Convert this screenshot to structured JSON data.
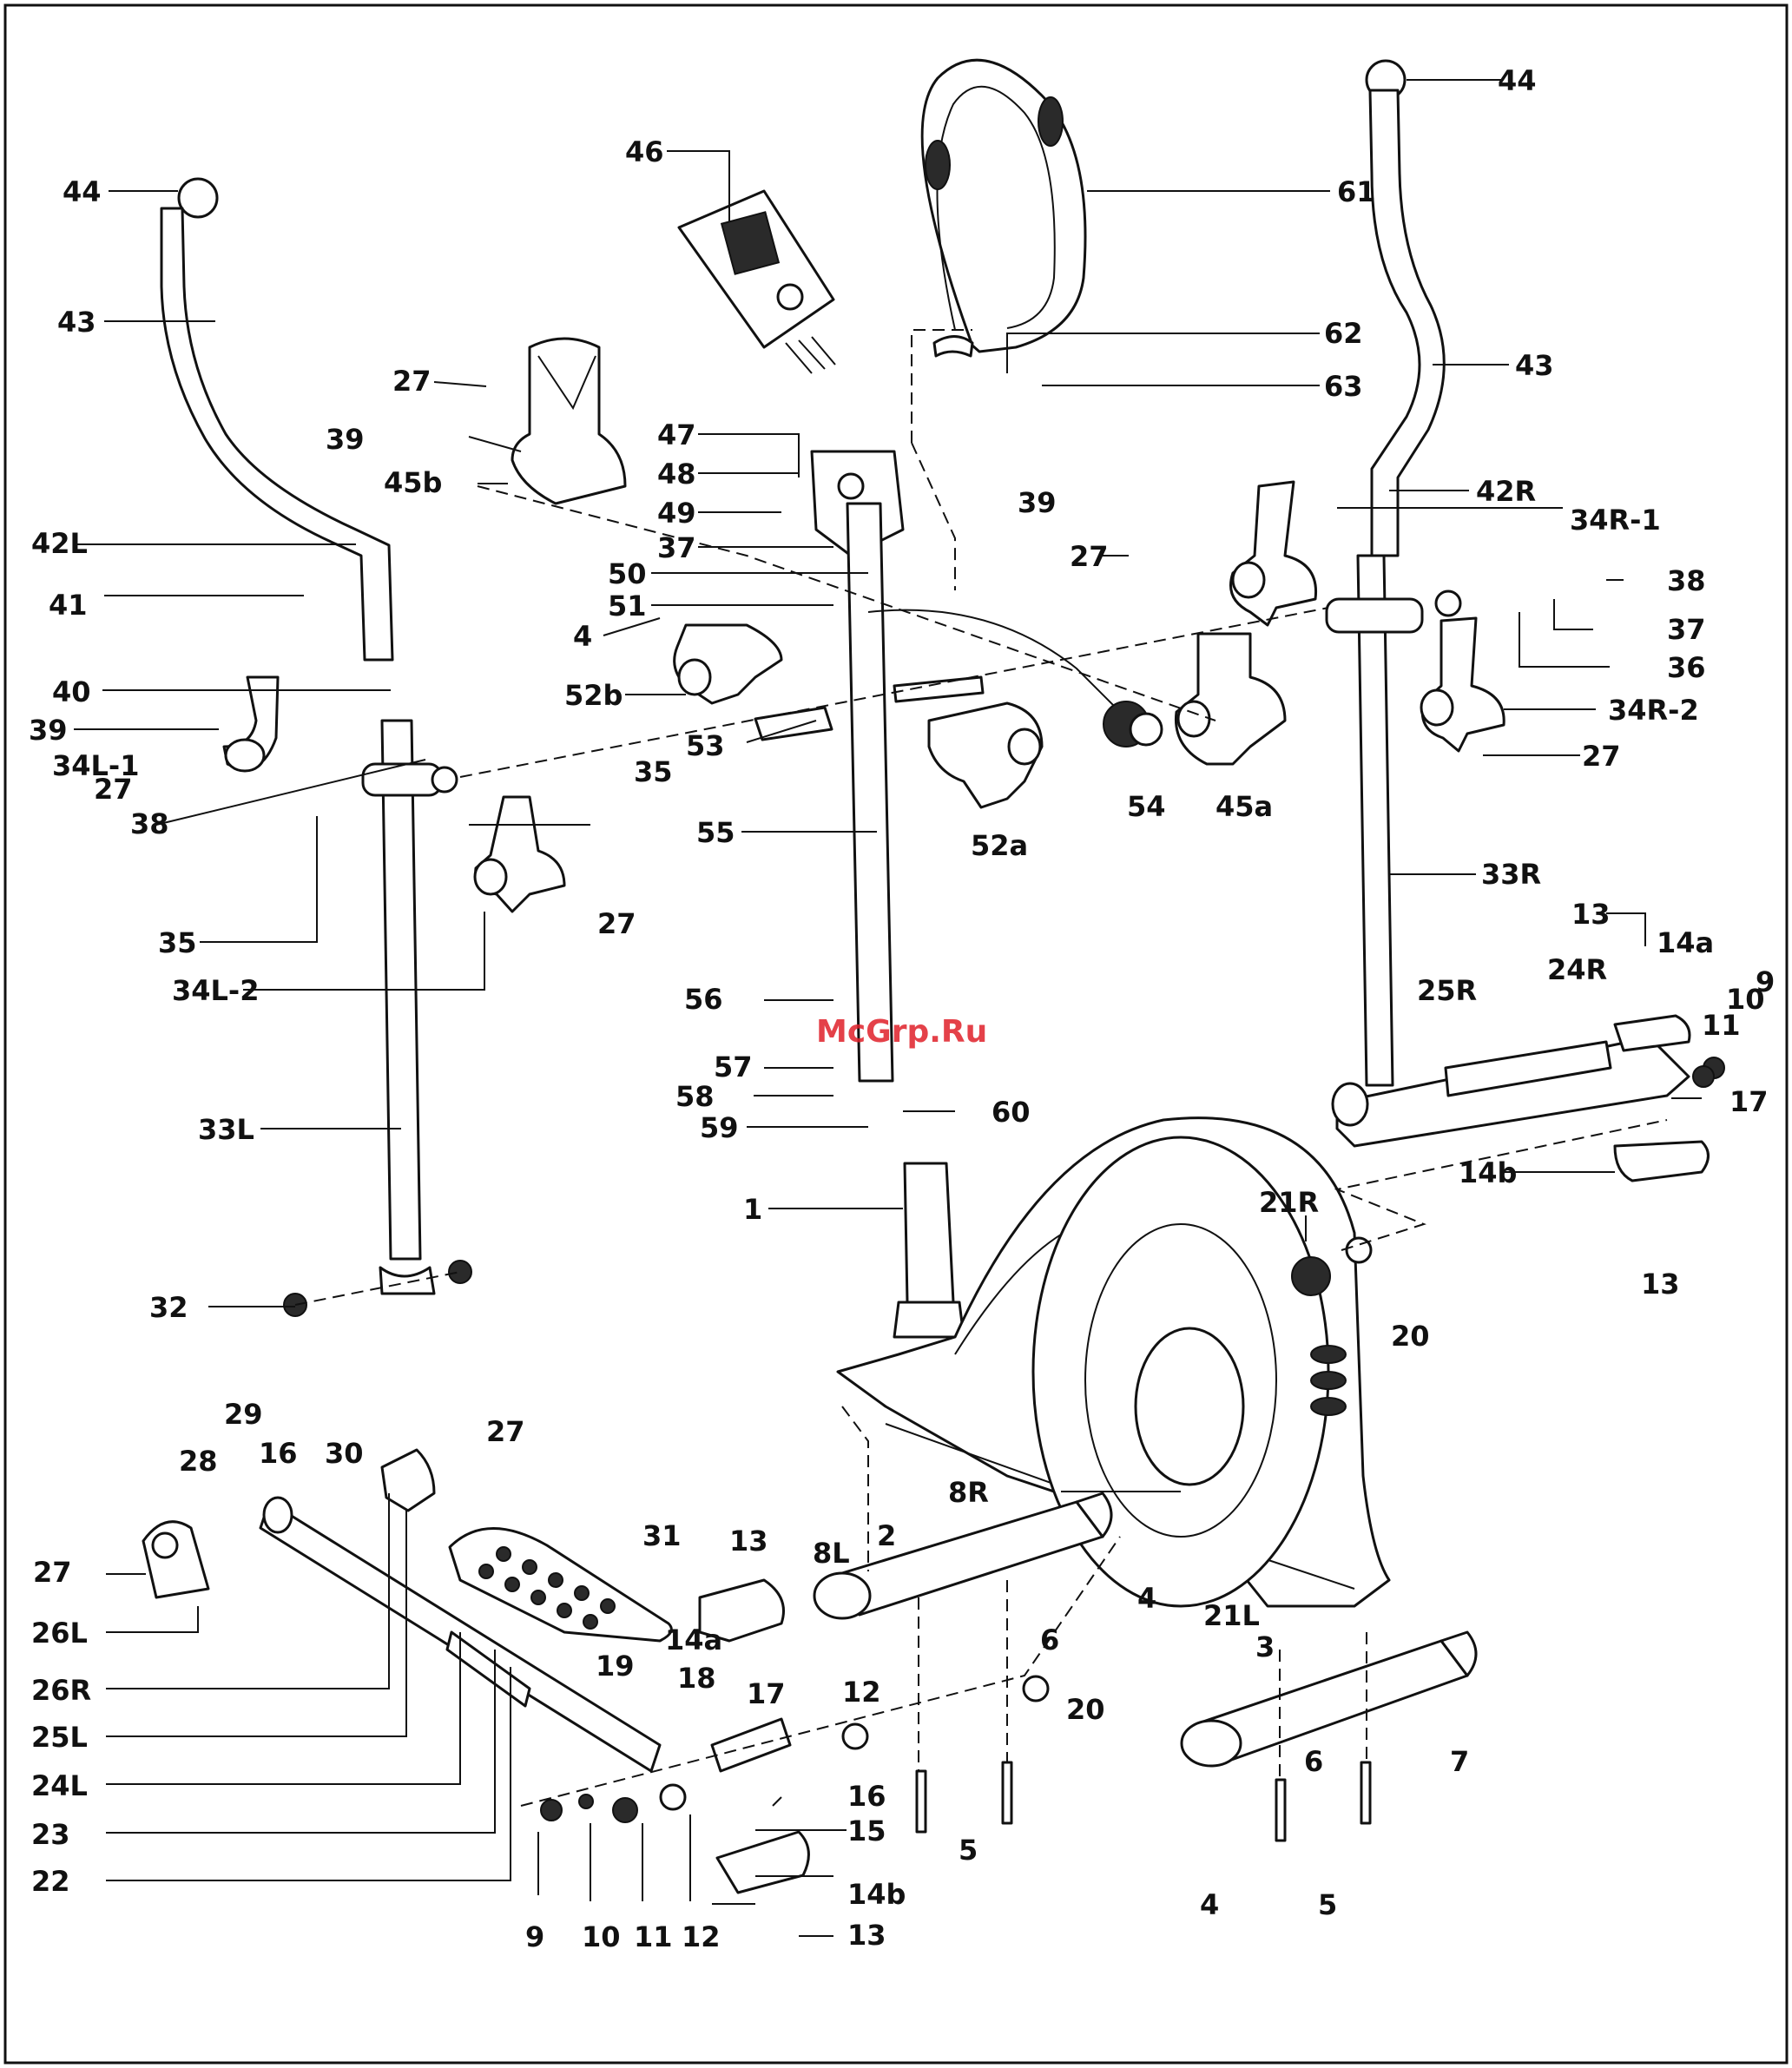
{
  "watermark": "McGrp.Ru",
  "labels": {
    "l44a": "44",
    "l44b": "44",
    "l46": "46",
    "l61": "61",
    "l43a": "43",
    "l43b": "43",
    "l27a": "27",
    "l62": "62",
    "l63": "63",
    "l39a": "39",
    "l47": "47",
    "l45b": "45b",
    "l48": "48",
    "l49": "49",
    "l42R": "42R",
    "l39b": "39",
    "l34R1": "34R-1",
    "l42L": "42L",
    "l37a": "37",
    "l27b": "27",
    "l50": "50",
    "l41": "41",
    "l51": "51",
    "l38a": "38",
    "l37b": "37",
    "l4a": "4",
    "l36": "36",
    "l40": "40",
    "l52b": "52b",
    "l34R2": "34R-2",
    "l39c": "39",
    "l27c": "27",
    "l34L1": "34L-1",
    "l53": "53",
    "l35a": "35",
    "l27d": "27",
    "l54": "54",
    "l45a": "45a",
    "l38b": "38",
    "l55": "55",
    "l52a": "52a",
    "l33R": "33R",
    "l35b": "35",
    "l27e": "27",
    "l13a": "13",
    "l14a_r": "14a",
    "l34L2": "34L-2",
    "l24R": "24R",
    "l25R": "25R",
    "l9a": "9",
    "l10a": "10",
    "l11a": "11",
    "l56": "56",
    "l17a": "17",
    "l57": "57",
    "l58": "58",
    "l60": "60",
    "l59": "59",
    "l33L": "33L",
    "l14b_r": "14b",
    "l1": "1",
    "l21R": "21R",
    "l13b": "13",
    "l20a": "20",
    "l32": "32",
    "l29": "29",
    "l27f": "27",
    "l16a": "16",
    "l30": "30",
    "l28": "28",
    "l8R": "8R",
    "l31": "31",
    "l13c": "13",
    "l2": "2",
    "l8L": "8L",
    "l27g": "27",
    "l4b": "4",
    "l21L": "21L",
    "l26L": "26L",
    "l14a_l": "14a",
    "l6a": "6",
    "l3": "3",
    "l19": "19",
    "l18": "18",
    "l26R": "26R",
    "l17b": "17",
    "l12a": "12",
    "l20b": "20",
    "l6b": "6",
    "l7": "7",
    "l25L": "25L",
    "l24L": "24L",
    "l16b": "16",
    "l23": "23",
    "l15": "15",
    "l5a": "5",
    "l22": "22",
    "l14b_l": "14b",
    "l5b": "5",
    "l4c": "4",
    "l9b": "9",
    "l10b": "10",
    "l11b": "11",
    "l12b": "12",
    "l13d": "13"
  },
  "parts": {
    "handlebar_left": "handlebar-left-icon",
    "handlebar_right": "handlebar-right-icon",
    "pulse_handlebar": "pulse-handlebar-icon",
    "console": "console-icon",
    "main_post": "main-post-icon",
    "main_frame": "main-frame-icon",
    "flywheel_cover": "flywheel-cover-icon",
    "tension_knob": "tension-knob-icon",
    "front_stabilizer": "front-stabilizer-icon",
    "rear_stabilizer": "rear-stabilizer-icon",
    "pedal_left": "pedal-left-icon",
    "pedal_right": "pedal-right-icon",
    "pedal_arm_left": "pedal-arm-left-icon",
    "pedal_arm_right": "pedal-arm-right-icon"
  },
  "colors": {
    "line": "#111111",
    "background": "#ffffff",
    "watermark": "#e0202a"
  }
}
